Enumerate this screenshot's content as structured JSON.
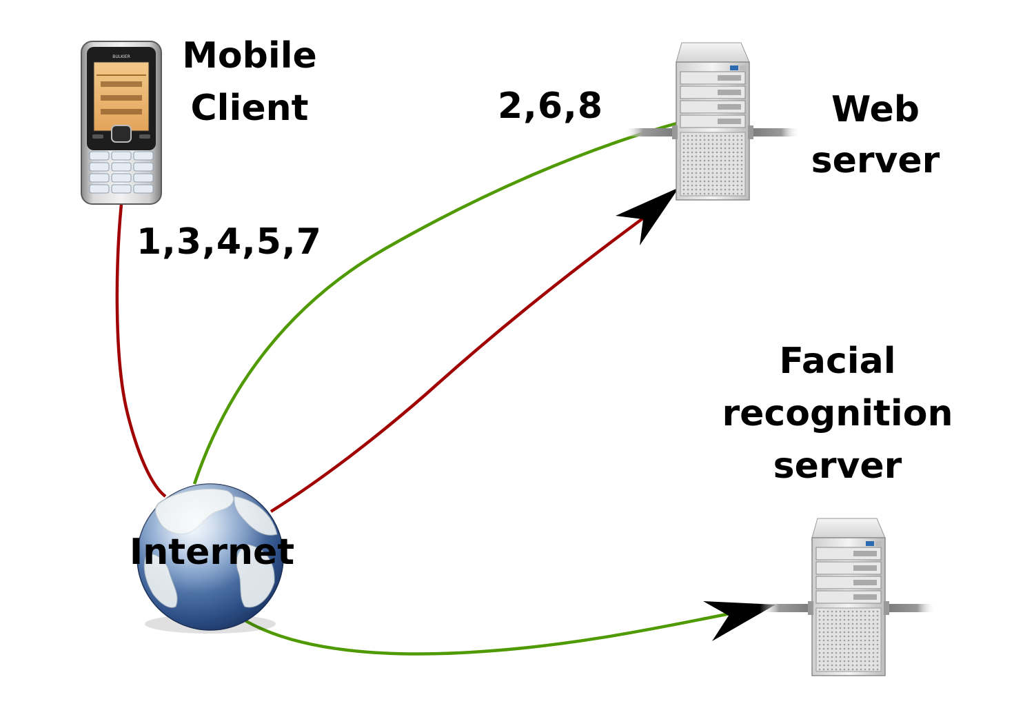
{
  "nodes": {
    "mobile_client": {
      "line1": "Mobile",
      "line2": "Client"
    },
    "web_server": {
      "line1": "Web",
      "line2": "server"
    },
    "facial_server": {
      "line1": "Facial",
      "line2": "recognition",
      "line3": "server"
    },
    "internet": {
      "label": "Internet"
    }
  },
  "edge_labels": {
    "mobile_link": "1,3,4,5,7",
    "web_link": "2,6,8"
  },
  "colors": {
    "request_link": "#a00000",
    "response_link": "#4f9a00",
    "arrowhead": "#000000"
  },
  "icons": {
    "mobile": "mobile-phone-icon",
    "web": "server-tower-icon",
    "facial": "server-tower-icon",
    "internet": "globe-icon"
  }
}
